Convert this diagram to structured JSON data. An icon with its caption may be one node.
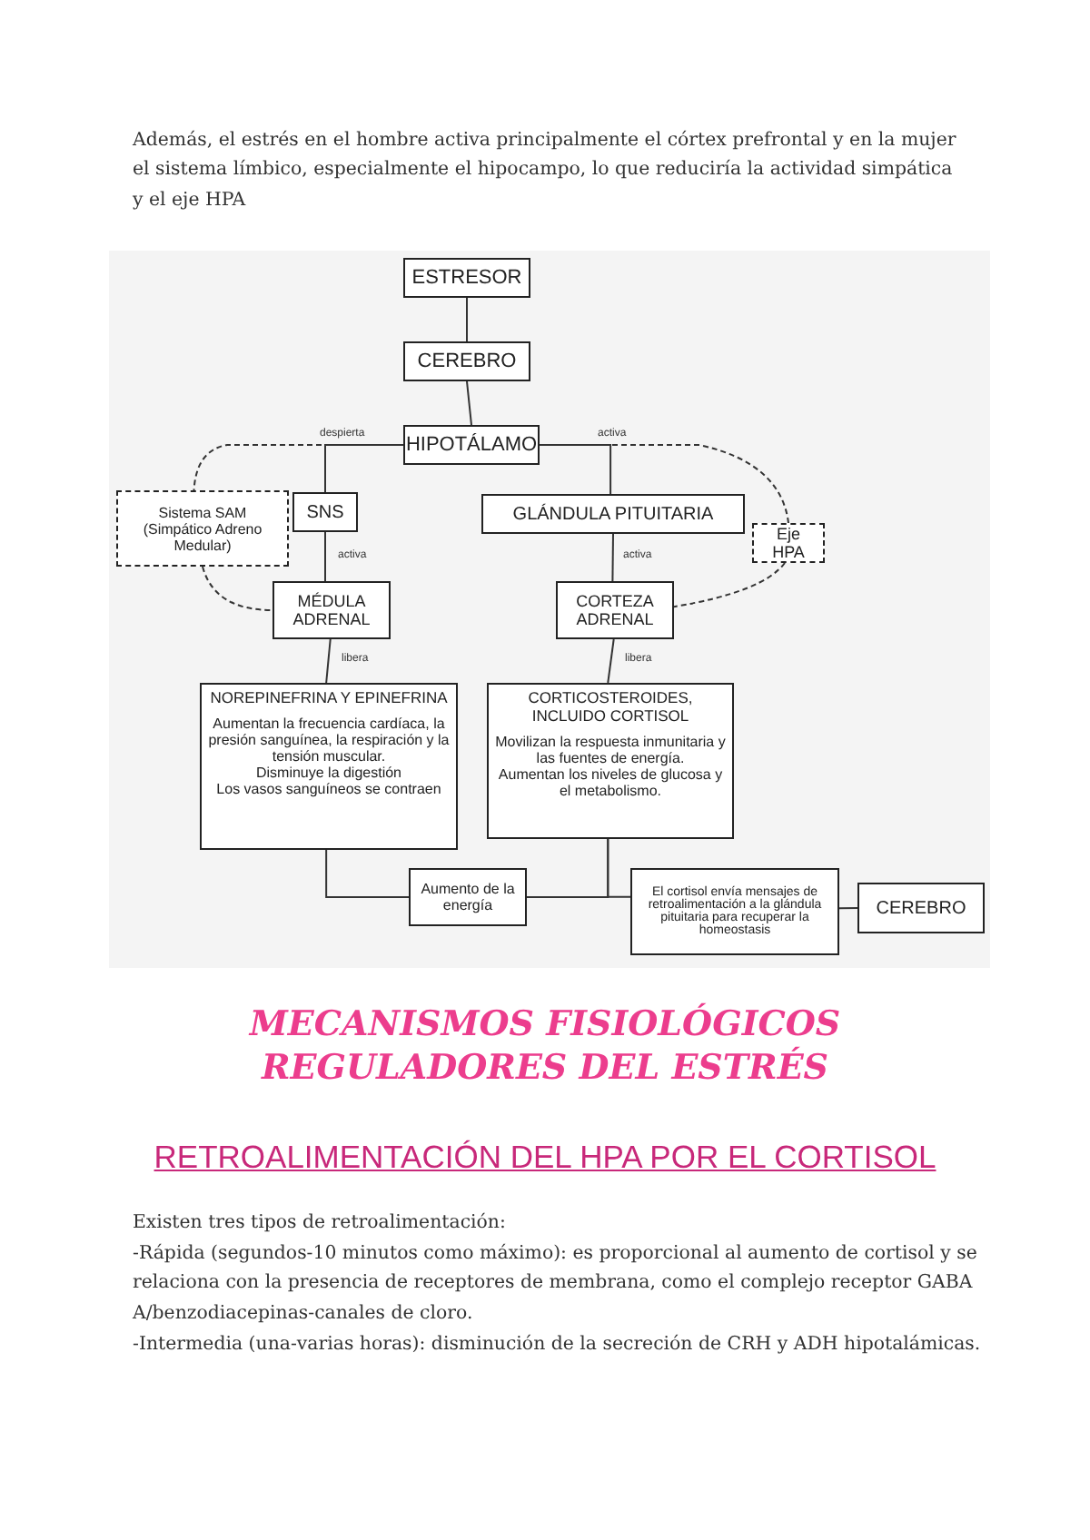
{
  "diagram": {
    "nodes": [
      {
        "text": [
          "ESTRESOR"
        ]
      },
      {
        "text": [
          "CEREBRO"
        ]
      },
      {
        "text": [
          "HIPOTÁLAMO"
        ]
      },
      {
        "text": [
          "Sistema SAM (Simpático Adreno Medular)"
        ]
      },
      {
        "text": [
          "SNS"
        ]
      },
      {
        "text": [
          "GLÁNDULA PITUITARIA"
        ]
      },
      {
        "text": [
          "Eje HPA"
        ]
      },
      {
        "text": [
          "MÉDULA ADRENAL"
        ]
      },
      {
        "text": [
          "CORTEZA ADRENAL"
        ]
      },
      {
        "text": [
          "NOREPINEFRINA Y EPINEFRINA",
          "Aumentan la frecuencia cardíaca, la presión sanguínea, la respiración y la tensión muscular.",
          "Disminuye la digestión",
          "Los vasos sanguíneos se contraen"
        ]
      },
      {
        "text": [
          "CORTICOSTEROIDES, INCLUIDO CORTISOL",
          "Movilizan la respuesta inmunitaria y las fuentes de energía.",
          "Aumentan los niveles de glucosa y el metabolismo."
        ]
      },
      {
        "text": [
          "Aumento de la energía"
        ]
      },
      {
        "text": [
          "El cortisol envía mensajes de retroalimentación a la glándula pituitaria para recuperar la homeostasis"
        ]
      },
      {
        "text": [
          "CEREBRO"
        ]
      }
    ],
    "edges": [
      {
        "from": 0,
        "to": 1,
        "arrow": "none"
      },
      {
        "from": 1,
        "to": 2,
        "arrow": "none"
      },
      {
        "from": 2,
        "to": 4,
        "arrow": "none",
        "label": "despierta"
      },
      {
        "from": 2,
        "to": 5,
        "arrow": "none",
        "label": "activa"
      },
      {
        "from": 4,
        "to": 7,
        "arrow": "none",
        "label": "activa"
      },
      {
        "from": 5,
        "to": 8,
        "arrow": "none",
        "label": "activa"
      },
      {
        "from": 7,
        "to": 9,
        "arrow": "none",
        "label": "libera"
      },
      {
        "from": 8,
        "to": 10,
        "arrow": "none",
        "label": "libera"
      },
      {
        "from": 9,
        "to": 11,
        "arrow": "none"
      },
      {
        "from": 10,
        "to": 11,
        "arrow": "none"
      },
      {
        "from": 10,
        "to": 12,
        "arrow": "none"
      },
      {
        "from": 12,
        "to": 13,
        "arrow": "none"
      },
      {
        "from": 2,
        "to": 3,
        "arrow": "none",
        "style": "dashed"
      },
      {
        "from": 3,
        "to": 7,
        "arrow": "none",
        "style": "dashed"
      },
      {
        "from": 2,
        "to": 6,
        "arrow": "none",
        "style": "dashed"
      },
      {
        "from": 6,
        "to": 8,
        "arrow": "none",
        "style": "dashed"
      }
    ],
    "labels": [
      "Además, el estrés en el hombre activa principalmente el córtex prefrontal y en la mujer el sistema límbico, especialmente el hipocampo, lo que reduciría la actividad simpática y el eje HPA",
      "MECANISMOS FISIOLÓGICOS REGULADORES DEL ESTRÉS",
      "RETROALIMENTACIÓN DEL HPA POR EL CORTISOL",
      "Existen tres tipos de retroalimentación:",
      "-Rápida (segundos-10 minutos como máximo): es proporcional al aumento de cortisol y se relaciona con la presencia de receptores de membrana, como el complejo receptor GABA A/benzodiacepinas-canales de cloro.",
      "-Intermedia (una-varias horas): disminución de la secreción de CRH y ADH hipotalámicas."
    ]
  }
}
